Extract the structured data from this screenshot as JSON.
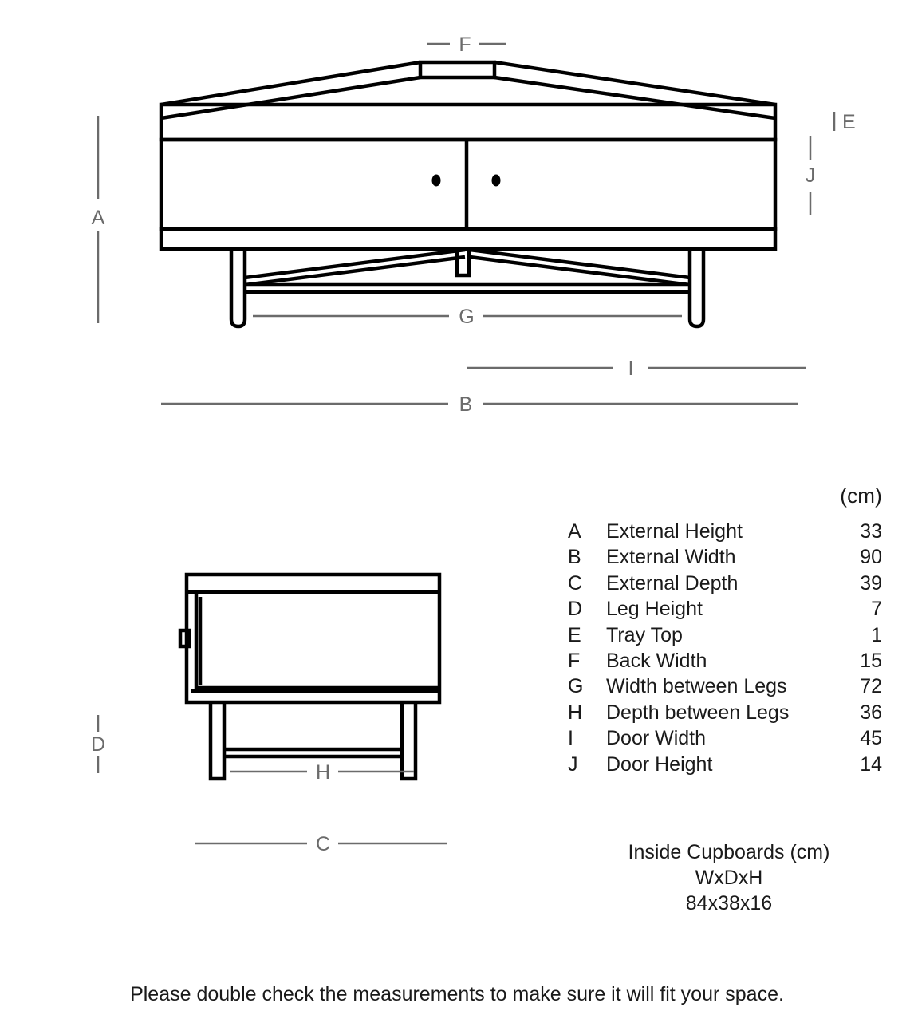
{
  "units_label": "(cm)",
  "dimension_table": {
    "columns": [
      "key",
      "label",
      "value"
    ],
    "rows": [
      {
        "key": "A",
        "label": "External Height",
        "value": "33"
      },
      {
        "key": "B",
        "label": "External Width",
        "value": "90"
      },
      {
        "key": "C",
        "label": "External Depth",
        "value": "39"
      },
      {
        "key": "D",
        "label": "Leg Height",
        "value": "7"
      },
      {
        "key": "E",
        "label": "Tray Top",
        "value": "1"
      },
      {
        "key": "F",
        "label": "Back Width",
        "value": "15"
      },
      {
        "key": "G",
        "label": "Width between Legs",
        "value": "72"
      },
      {
        "key": "H",
        "label": "Depth between Legs",
        "value": "36"
      },
      {
        "key": "I",
        "label": "Door Width",
        "value": "45"
      },
      {
        "key": "J",
        "label": "Door Height",
        "value": "14"
      }
    ]
  },
  "inside_cupboards": {
    "title": "Inside Cupboards  (cm)",
    "axes": "WxDxH",
    "values": "84x38x16"
  },
  "footer_note": "Please double check the measurements to make sure it will fit your space.",
  "front_view": {
    "labels": {
      "F": "F",
      "A": "A",
      "E": "E",
      "J": "J",
      "G": "G",
      "I": "I",
      "B": "B"
    }
  },
  "side_view": {
    "labels": {
      "D": "D",
      "H": "H",
      "C": "C"
    }
  },
  "colors": {
    "line": "#000000",
    "dimension_line": "#6b6b6b",
    "text": "#1a1a1a",
    "background": "#ffffff"
  },
  "chart_data": {
    "type": "table",
    "title": "Furniture dimensions",
    "categories": [
      "A",
      "B",
      "C",
      "D",
      "E",
      "F",
      "G",
      "H",
      "I",
      "J"
    ],
    "labels": [
      "External Height",
      "External Width",
      "External Depth",
      "Leg Height",
      "Tray Top",
      "Back Width",
      "Width between Legs",
      "Depth between Legs",
      "Door Width",
      "Door Height"
    ],
    "values": [
      33,
      90,
      39,
      7,
      1,
      15,
      72,
      36,
      45,
      14
    ],
    "unit": "cm",
    "extra": {
      "inside_cupboards_WxDxH": "84x38x16"
    }
  }
}
